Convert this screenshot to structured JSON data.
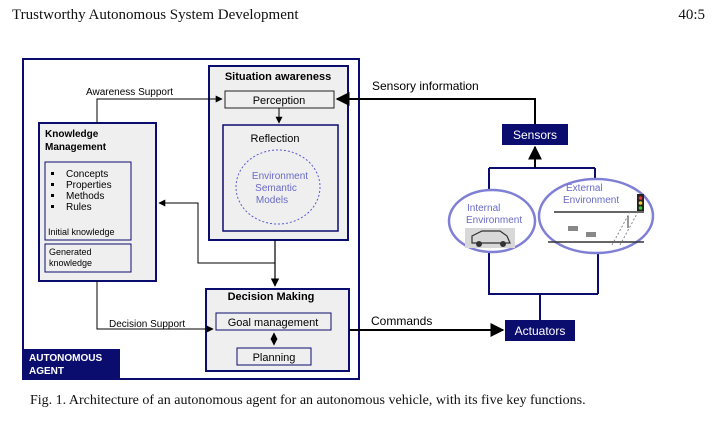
{
  "header": {
    "title": "Trustworthy Autonomous System Development",
    "page": "40:5"
  },
  "figure": {
    "situation_awareness": "Situation awareness",
    "perception": "Perception",
    "reflection": "Reflection",
    "esm_line1": "Environment",
    "esm_line2": "Semantic",
    "esm_line3": "Models",
    "knowledge_mgmt_line1": "Knowledge",
    "knowledge_mgmt_line2": "Management",
    "km_items": [
      "Concepts",
      "Properties",
      "Methods",
      "Rules"
    ],
    "initial_knowledge": "Initial knowledge",
    "generated_line1": "Generated",
    "generated_line2": "knowledge",
    "awareness_support": "Awareness Support",
    "decision_support": "Decision Support",
    "decision_making": "Decision Making",
    "goal_management": "Goal management",
    "planning": "Planning",
    "autonomous_line1": "AUTONOMOUS",
    "autonomous_line2": "AGENT",
    "sensory_information": "Sensory information",
    "commands": "Commands",
    "sensors": "Sensors",
    "actuators": "Actuators",
    "internal_line1": "Internal",
    "internal_line2": "Environment",
    "external_line1": "External",
    "external_line2": "Environment"
  },
  "caption": "Fig. 1.  Architecture of an autonomous agent for an autonomous vehicle, with its five key functions.",
  "colors": {
    "navy": "#0b0d6e",
    "box_fill": "#efefef",
    "ellipse": "#7f7fd6"
  }
}
